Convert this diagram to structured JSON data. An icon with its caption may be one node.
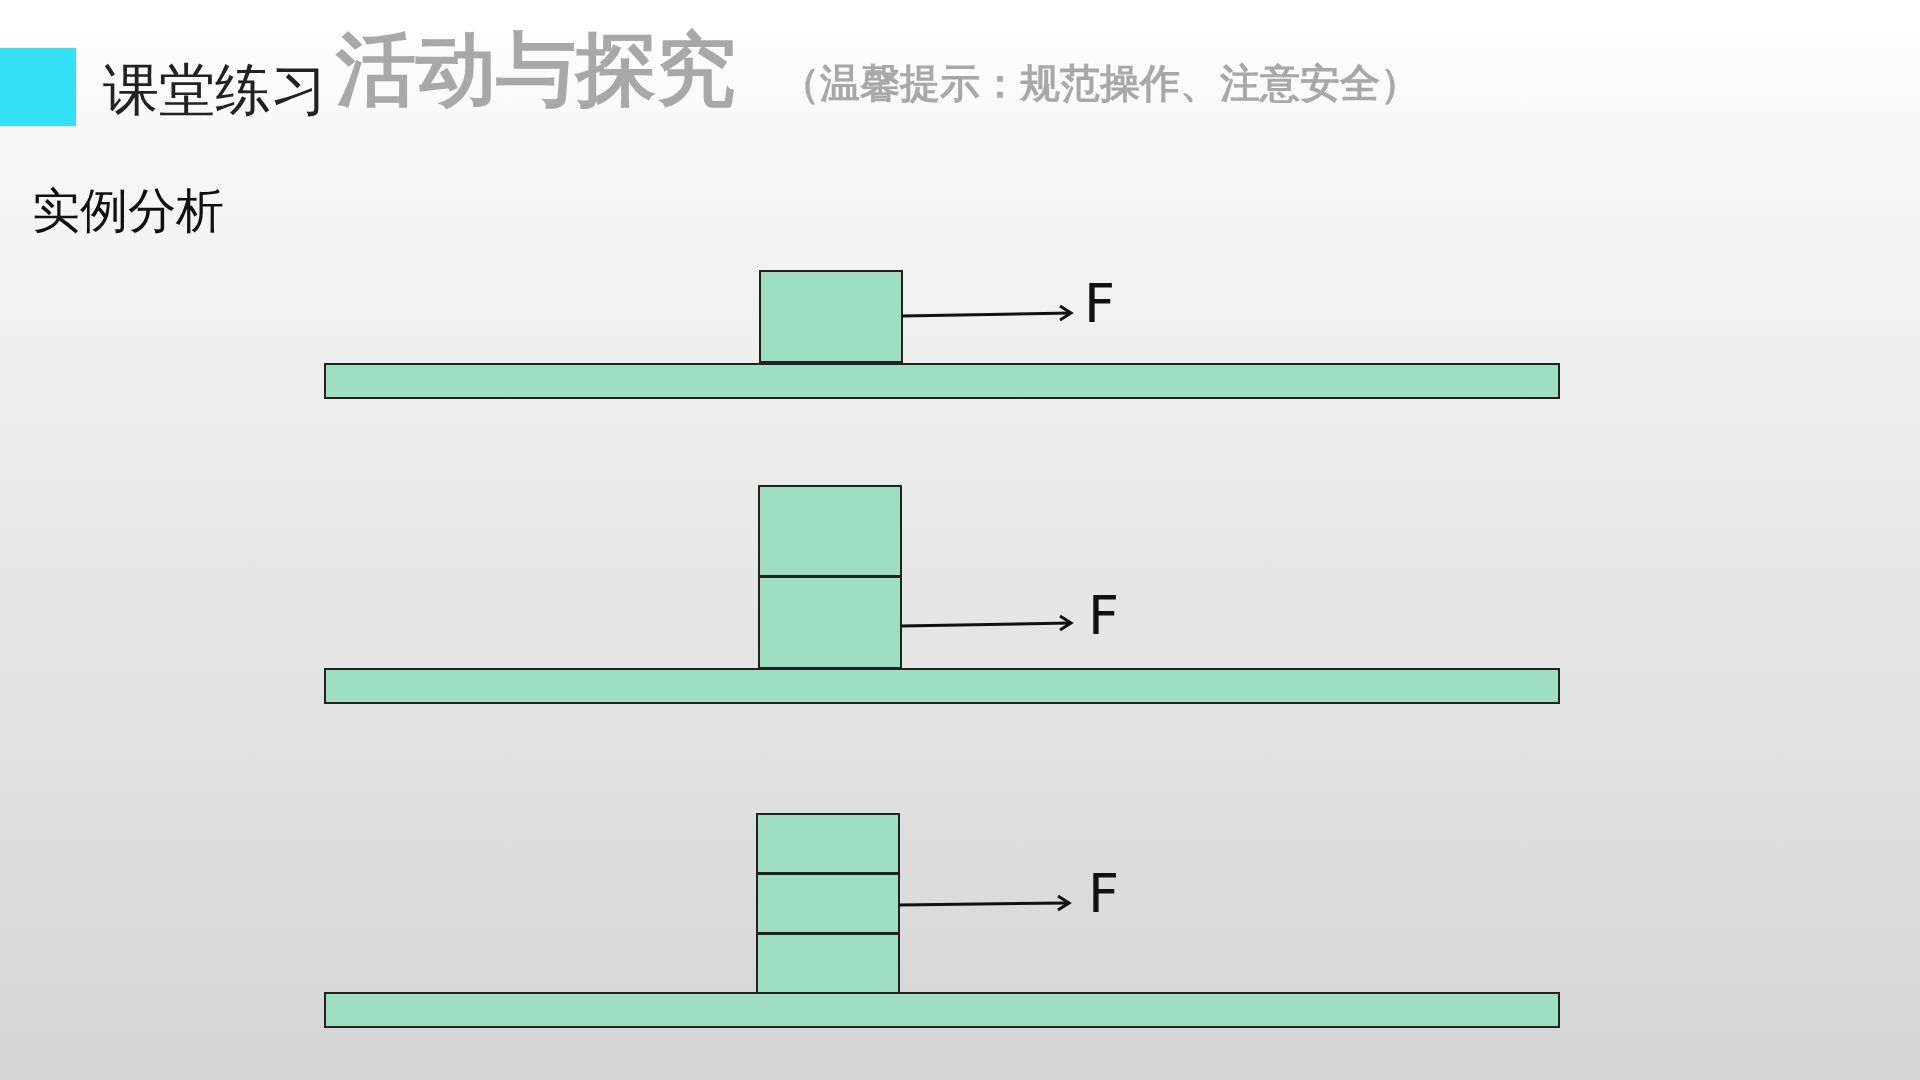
{
  "diagram": {
    "title": "课堂练习",
    "nodes": [
      {
        "text": [],
        "shape": "box"
      },
      {
        "text": [],
        "shape": "box"
      },
      {
        "text": [],
        "shape": "box"
      },
      {
        "text": [],
        "shape": "box"
      },
      {
        "text": [],
        "shape": "box"
      },
      {
        "text": [],
        "shape": "box"
      },
      {
        "text": [],
        "shape": "box"
      },
      {
        "text": [],
        "shape": "box"
      },
      {
        "text": [],
        "shape": "box"
      }
    ],
    "labels": [
      "活动与探究",
      "（温馨提示：规范操作、注意安全）",
      "实例分析",
      "F",
      "F",
      "F"
    ]
  }
}
